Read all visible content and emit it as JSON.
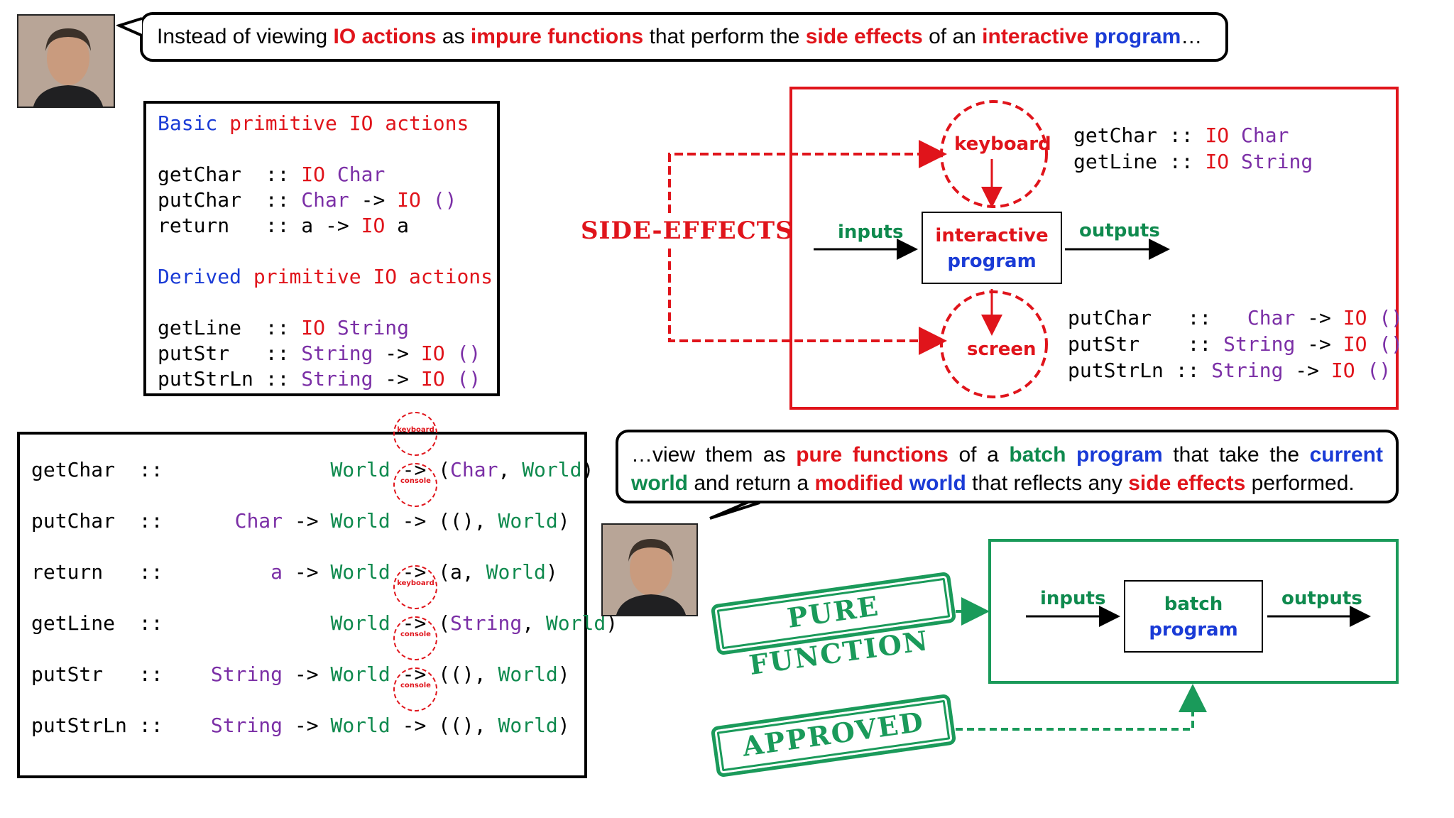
{
  "top_bubble": {
    "parts": [
      {
        "t": "Instead of viewing ",
        "c": ""
      },
      {
        "t": "IO actions",
        "c": "red"
      },
      {
        "t": " as ",
        "c": ""
      },
      {
        "t": "impure functions",
        "c": "red"
      },
      {
        "t": " that perform the ",
        "c": ""
      },
      {
        "t": "side effects",
        "c": "red"
      },
      {
        "t": " of an ",
        "c": ""
      },
      {
        "t": "interactive",
        "c": "red"
      },
      {
        "t": " ",
        "c": ""
      },
      {
        "t": "program",
        "c": "blue"
      },
      {
        "t": "…",
        "c": ""
      }
    ]
  },
  "primitive_box": {
    "basic_1": "Basic",
    "basic_2": " primitive IO actions",
    "basic_lines": [
      {
        "name": "getChar",
        "sig": [
          [
            "::",
            ""
          ],
          [
            " IO",
            "bred"
          ],
          [
            " Char",
            "purple"
          ]
        ]
      },
      {
        "name": "putChar",
        "sig": [
          [
            "::",
            ""
          ],
          [
            " Char",
            "purple"
          ],
          [
            " ->",
            ""
          ],
          [
            " IO",
            "bred"
          ],
          [
            " ()",
            "purple"
          ]
        ]
      },
      {
        "name": "return",
        "sig": [
          [
            "::",
            ""
          ],
          [
            " a ->",
            ""
          ],
          [
            " IO",
            "bred"
          ],
          [
            " a",
            ""
          ]
        ]
      }
    ],
    "derived_1": "Derived",
    "derived_2": " primitive IO actions",
    "derived_lines": [
      {
        "name": "getLine",
        "sig": [
          [
            "::",
            ""
          ],
          [
            " IO",
            "bred"
          ],
          [
            " String",
            "purple"
          ]
        ]
      },
      {
        "name": "putStr",
        "sig": [
          [
            "::",
            ""
          ],
          [
            " String",
            "purple"
          ],
          [
            " ->",
            ""
          ],
          [
            " IO",
            "bred"
          ],
          [
            " ()",
            "purple"
          ]
        ]
      },
      {
        "name": "putStrLn",
        "sig": [
          [
            "::",
            ""
          ],
          [
            " String",
            "purple"
          ],
          [
            " ->",
            ""
          ],
          [
            " IO",
            "bred"
          ],
          [
            " ()",
            "purple"
          ]
        ]
      }
    ]
  },
  "side_effects_label": "SIDE-EFFECTS",
  "impure_diagram": {
    "keyboard": "keyboard",
    "screen": "screen",
    "inputs": "inputs",
    "outputs": "outputs",
    "program_line1": "interactive",
    "program_line2": "program",
    "input_sigs": [
      {
        "name": "getChar",
        "sep": " :: ",
        "io": "IO",
        "type": " Char"
      },
      {
        "name": "getLine",
        "sep": " :: ",
        "io": "IO",
        "type": " String"
      }
    ],
    "output_sigs": [
      {
        "name": "putChar  ",
        "sep": " :: ",
        "arg": "  Char",
        "arrow": " -> ",
        "io": "IO",
        "unit": " ()"
      },
      {
        "name": "putStr   ",
        "sep": " :: ",
        "arg": "String",
        "arrow": " -> ",
        "io": "IO",
        "unit": " ()"
      },
      {
        "name": "putStrLn",
        "sep": " :: ",
        "arg": "String",
        "arrow": " -> ",
        "io": "IO",
        "unit": " ()"
      }
    ]
  },
  "world_box": {
    "rows": [
      {
        "name": "getChar  ",
        "sep": "::",
        "pre": "",
        "world": "World",
        "circle": "keyboard",
        "result": [
          [
            "(",
            ""
          ],
          [
            "Char",
            "purple"
          ],
          [
            ", ",
            ""
          ],
          [
            "World",
            "bgreen"
          ],
          [
            ")",
            ""
          ]
        ]
      },
      {
        "name": "putChar  ",
        "sep": "::",
        "pre": "Char",
        "world": "World",
        "circle": "console",
        "result": [
          [
            "((",
            ""
          ],
          [
            "",
            ""
          ],
          [
            "), ",
            ""
          ],
          [
            "World",
            "bgreen"
          ],
          [
            ")",
            ""
          ]
        ]
      },
      {
        "name": "return   ",
        "sep": "::",
        "pre": "a",
        "world": "World",
        "circle": "",
        "result": [
          [
            "(a, ",
            ""
          ],
          [
            "World",
            "bgreen"
          ],
          [
            ")",
            ""
          ]
        ]
      },
      {
        "name": "getLine  ",
        "sep": "::",
        "pre": "",
        "world": "World",
        "circle": "keyboard",
        "result": [
          [
            "(",
            ""
          ],
          [
            "String",
            "purple"
          ],
          [
            ", ",
            ""
          ],
          [
            "World",
            "bgreen"
          ],
          [
            ")",
            ""
          ]
        ]
      },
      {
        "name": "putStr   ",
        "sep": "::",
        "pre": "String",
        "world": "World",
        "circle": "console",
        "result": [
          [
            "((",
            ""
          ],
          [
            "",
            ""
          ],
          [
            "), ",
            ""
          ],
          [
            "World",
            "bgreen"
          ],
          [
            ")",
            ""
          ]
        ]
      },
      {
        "name": "putStrLn ",
        "sep": "::",
        "pre": "String",
        "world": "World",
        "circle": "console",
        "result": [
          [
            "((",
            ""
          ],
          [
            "",
            ""
          ],
          [
            "), ",
            ""
          ],
          [
            "World",
            "bgreen"
          ],
          [
            ")",
            ""
          ]
        ]
      }
    ],
    "arrow": "->"
  },
  "bottom_bubble": {
    "parts": [
      {
        "t": "…view them as ",
        "c": ""
      },
      {
        "t": "pure functions",
        "c": "red"
      },
      {
        "t": " of a ",
        "c": ""
      },
      {
        "t": "batch",
        "c": "green"
      },
      {
        "t": " ",
        "c": ""
      },
      {
        "t": "program",
        "c": "blue"
      },
      {
        "t": " that take the ",
        "c": ""
      },
      {
        "t": "current",
        "c": "blue"
      },
      {
        "t": " ",
        "c": ""
      },
      {
        "t": "world",
        "c": "green"
      },
      {
        "t": " and return a ",
        "c": ""
      },
      {
        "t": "modified",
        "c": "red"
      },
      {
        "t": " ",
        "c": ""
      },
      {
        "t": "world",
        "c": "blue"
      },
      {
        "t": " that reflects any ",
        "c": ""
      },
      {
        "t": "side effects",
        "c": "red"
      },
      {
        "t": " performed.",
        "c": ""
      }
    ]
  },
  "pure_diagram": {
    "inputs": "inputs",
    "outputs": "outputs",
    "program_line1": "batch",
    "program_line2": "program",
    "stamp_pure": "PURE FUNCTION",
    "stamp_approved": "APPROVED"
  },
  "colors": {
    "red": "#e0141b",
    "blue": "#1a3bd6",
    "green": "#0f8a4e",
    "purple": "#7b2fa6"
  }
}
